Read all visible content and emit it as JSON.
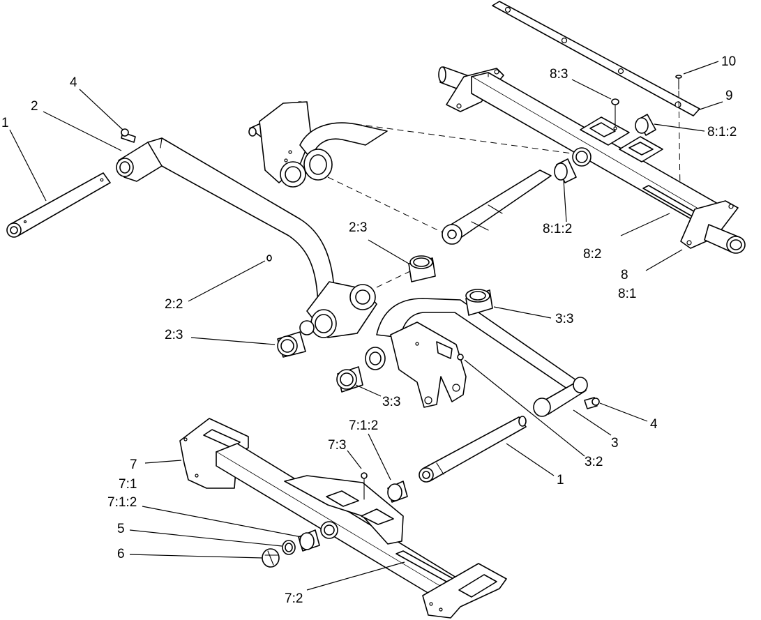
{
  "callouts": {
    "c_1_left": "1",
    "c_2": "2",
    "c_4_left": "4",
    "c_8_3": "8:3",
    "c_10": "10",
    "c_9": "9",
    "c_8_1_2_top": "8:1:2",
    "c_8_1_2_mid": "8:1:2",
    "c_8_2": "8:2",
    "c_8": "8",
    "c_8_1": "8:1",
    "c_2_3_top": "2:3",
    "c_2_2": "2:2",
    "c_2_3_bottom": "2:3",
    "c_3_3_right": "3:3",
    "c_3_3_left": "3:3",
    "c_4_right": "4",
    "c_3": "3",
    "c_3_2": "3:2",
    "c_1_right": "1",
    "c_7_1_2_top": "7:1:2",
    "c_7_3": "7:3",
    "c_7": "7",
    "c_7_1": "7:1",
    "c_7_1_2_left": "7:1:2",
    "c_5": "5",
    "c_6": "6",
    "c_7_2": "7:2"
  }
}
